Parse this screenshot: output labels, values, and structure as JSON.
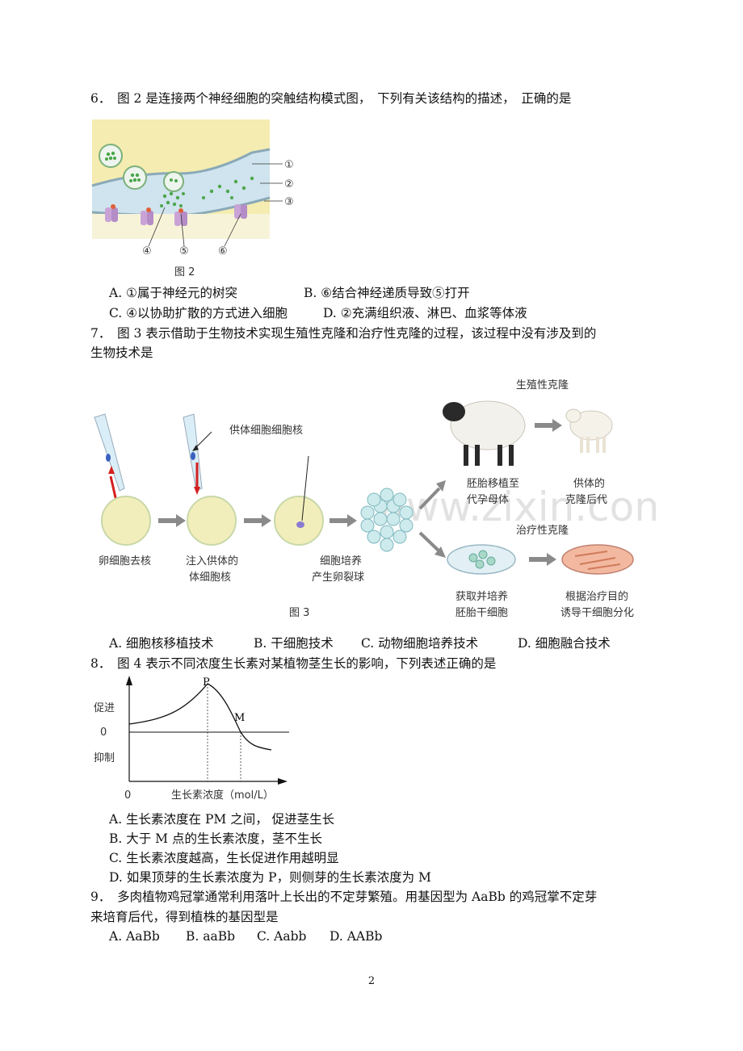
{
  "q6": {
    "stem": "6．　图 2 是连接两个神经细胞的突触结构模式图，　下列有关该结构的描述，　正确的是",
    "figure_labels": [
      "①",
      "②",
      "③",
      "④",
      "⑤",
      "⑥"
    ],
    "caption": "图 2",
    "options": {
      "A": "A. ①属于神经元的树突",
      "B": "B. ⑥结合神经递质导致⑤打开",
      "C": "C. ④以协助扩散的方式进入细胞",
      "D": "D. ②充满组织液、淋巴、血浆等体液"
    }
  },
  "q7": {
    "stem_line1": "7．　图 3 表示借助于生物技术实现生殖性克隆和治疗性克隆的过程，该过程中没有涉及到的",
    "stem_line2": "生物技术是",
    "figure": {
      "donor_nucleus": "供体细胞细胞核",
      "step1": "卵细胞去核",
      "step2_l1": "注入供体的",
      "step2_l2": "体细胞核",
      "step3_l1": "细胞培养",
      "step3_l2": "产生卵裂球",
      "repro_title": "生殖性克隆",
      "embryo_l1": "胚胎移植至",
      "embryo_l2": "代孕母体",
      "offspring_l1": "供体的",
      "offspring_l2": "克隆后代",
      "therap_title": "治疗性克隆",
      "stem_l1": "获取并培养",
      "stem_l2": "胚胎干细胞",
      "induce_l1": "根据治疗目的",
      "induce_l2": "诱导干细胞分化",
      "caption": "图 3"
    },
    "options": {
      "A": "A.  细胞核移植技术",
      "B": "B.  干细胞技术",
      "C": "C.  动物细胞培养技术",
      "D": "D.  细胞融合技术"
    }
  },
  "q8": {
    "stem": "8．　图 4 表示不同浓度生长素对某植物茎生长的影响，下列表述正确的是",
    "graph": {
      "y_top": "促进",
      "y_zero": "0",
      "y_bottom": "抑制",
      "origin": "0",
      "point_p": "P",
      "point_m": "M",
      "xlabel": "生长素浓度（mol/L）"
    },
    "options": {
      "A": "A.  生长素浓度在  PM  之间，  促进茎生长",
      "B": "B.  大于  M  点的生长素浓度，茎不生长",
      "C": "C.  生长素浓度越高，生长促进作用越明显",
      "D": "D.  如果顶芽的生长素浓度为  P，则侧芽的生长素浓度为  M"
    }
  },
  "q9": {
    "stem_line1": "9．　多肉植物鸡冠掌通常利用落叶上长出的不定芽繁殖。用基因型为  AaBb  的鸡冠掌不定芽",
    "stem_line2": "来培育后代，得到植株的基因型是",
    "options": {
      "A": "A. AaBb",
      "B": "B. aaBb",
      "C": "C. Aabb",
      "D": "D. AABb"
    }
  },
  "watermark": "www.zixin.com.cn",
  "page_number": "2",
  "colors": {
    "synapse_bg": "#f4ecb0",
    "synapse_cleft": "#cfe4ee",
    "vesicle_green": "#4ca64c",
    "arrow_red": "#d42020",
    "arrow_gray": "#8a8a8a"
  }
}
